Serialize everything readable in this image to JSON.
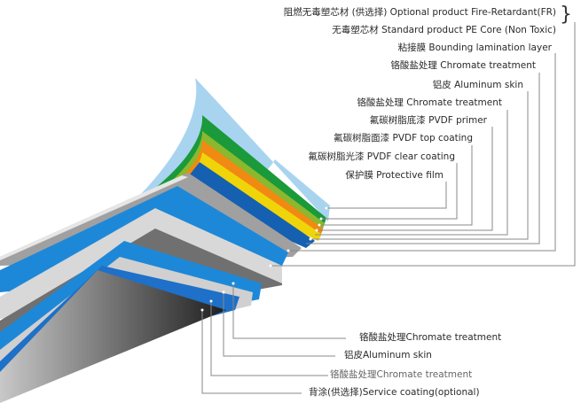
{
  "diagram": {
    "title": "Aluminum composite panel layer structure",
    "top_labels": [
      {
        "id": "fr-core",
        "text": "阻燃无毒塑芯材 (供选择) Optional product Fire-Retardant(FR)"
      },
      {
        "id": "pe-core",
        "text": "无毒塑芯材 Standard product PE Core (Non Toxic)"
      },
      {
        "id": "bonding",
        "text": "粘接膜 Bounding lamination layer"
      },
      {
        "id": "chromate-1",
        "text": "铬酸盐处理 Chromate treatment"
      },
      {
        "id": "aluminum-skin",
        "text": "铝皮 Aluminum skin"
      },
      {
        "id": "chromate-2",
        "text": "铬酸盐处理 Chromate treatment"
      },
      {
        "id": "pvdf-primer",
        "text": "氟碳树脂底漆 PVDF primer"
      },
      {
        "id": "pvdf-top",
        "text": "氟碳树脂面漆 PVDF top coating"
      },
      {
        "id": "pvdf-clear",
        "text": "氟碳树脂光漆 PVDF clear coating"
      },
      {
        "id": "protective-film",
        "text": "保护膜 Protective film"
      }
    ],
    "bottom_labels": [
      {
        "id": "bottom-chromate-1",
        "text": "铬酸盐处理Chromate treatment"
      },
      {
        "id": "bottom-aluminum-skin",
        "text": "铝皮Aluminum skin"
      },
      {
        "id": "bottom-chromate-2",
        "text": "铬酸盐处理Chromate treatment"
      },
      {
        "id": "service-coating",
        "text": "背涂(供选择)Service coating(optional)"
      }
    ],
    "colors": {
      "protective_film": "#a8d4f0",
      "pvdf_clear": "#1a9a3a",
      "pvdf_top": "#8ab82e",
      "pvdf_primer": "#f08a12",
      "chromate": "#f0d40a",
      "aluminum_top": "#1560b0",
      "bonding": "#a0a0a0",
      "core_blue": "#1e88d8",
      "core_white": "#d8d8d8",
      "core_gray": "#707070",
      "leader": "#888888"
    }
  }
}
